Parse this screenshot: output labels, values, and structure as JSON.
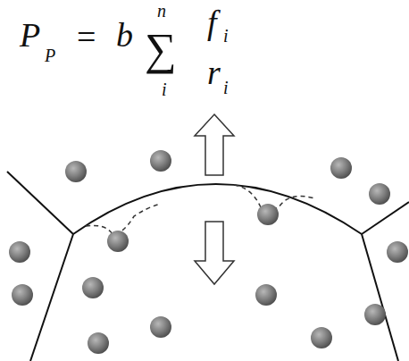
{
  "diagram": {
    "labels": [
      "P",
      "P",
      "=",
      "b",
      "∑",
      "n",
      "i",
      "f",
      "i",
      "r",
      "i"
    ]
  }
}
